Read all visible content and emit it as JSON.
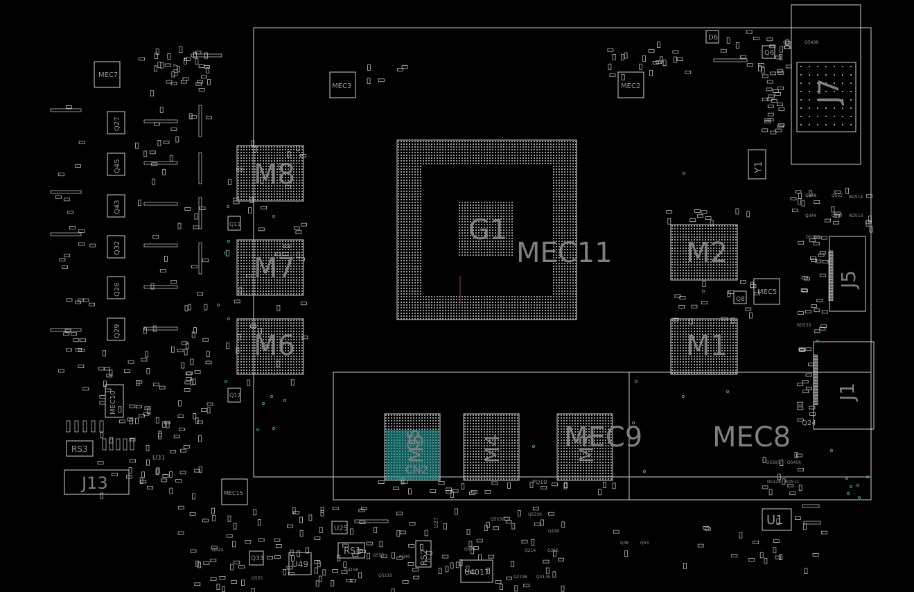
{
  "board": {
    "big_labels": [
      "M8",
      "M7",
      "M6",
      "G1",
      "MEC11",
      "M2",
      "M1",
      "J7",
      "J5",
      "J1",
      "MEC8",
      "MEC9",
      "M4",
      "M3",
      "M5"
    ],
    "small_labels": [
      "MEC7",
      "MEC3",
      "MEC2",
      "MEC5",
      "MEC10",
      "MEC15",
      "RS3",
      "J13",
      "RS1",
      "RS2",
      "U1",
      "U49",
      "U25",
      "U4017",
      "Y1",
      "Q27",
      "Q45",
      "Q43",
      "Q32",
      "Q26",
      "Q29",
      "Q11",
      "Q12",
      "Q6",
      "Q8",
      "Q24",
      "D6",
      "CN2",
      "Q5",
      "Q33",
      "U17",
      "U31",
      "U27",
      "PQ10"
    ],
    "tiny_labels": [
      "Q348",
      "Q552",
      "Q344",
      "Q557",
      "RD514",
      "RD513",
      "D5396",
      "RD553",
      "Q3H",
      "Q5408",
      "D5593",
      "Q5456",
      "D5128",
      "RD511",
      "Q524",
      "Q533",
      "PQ40",
      "Q4158",
      "Q5210",
      "Q214",
      "Q215",
      "Q2196",
      "Q2176",
      "Q190",
      "Q5330",
      "Q553",
      "Q521",
      "Q5530",
      "Q36",
      "Q53"
    ]
  },
  "colors": {
    "background": "#000000",
    "outline": "#cfcfcf",
    "label": "#7f7f7f",
    "via": "#2bb7b7",
    "highlight": "#1e8f8f"
  }
}
